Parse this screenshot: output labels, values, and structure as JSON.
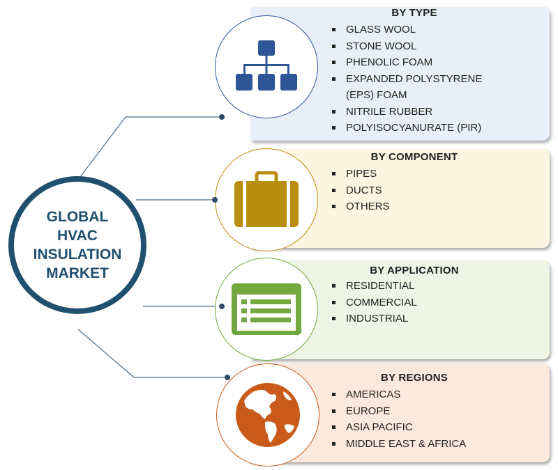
{
  "main_title": "GLOBAL\nHVAC\nINSULATION\nMARKET",
  "segments": [
    {
      "title": "BY TYPE",
      "items": [
        "GLASS WOOL",
        "STONE WOOL",
        "PHENOLIC  FOAM",
        "EXPANDED  POLYSTYRENE",
        "(EPS) FOAM",
        "NITRILE  RUBBER",
        "POLYISOCYANURATE  (PIR)"
      ],
      "icon": "hierarchy-icon",
      "color": "#2e5597",
      "panel_color": "#e8eff8"
    },
    {
      "title": "BY COMPONENT",
      "items": [
        "PIPES",
        "DUCTS",
        "OTHERS"
      ],
      "icon": "briefcase-icon",
      "color": "#b98d0d",
      "panel_color": "#fdf5e1"
    },
    {
      "title": "BY APPLICATION",
      "items": [
        "RESIDENTIAL",
        "COMMERCIAL",
        "INDUSTRIAL"
      ],
      "icon": "list-window-icon",
      "color": "#72a83f",
      "panel_color": "#eef5e4"
    },
    {
      "title": "BY REGIONS",
      "items": [
        "AMERICAS",
        "EUROPE",
        "ASIA PACIFIC",
        "MIDDLE  EAST & AFRICA"
      ],
      "icon": "globe-icon",
      "color": "#c95a1a",
      "panel_color": "#fbe9dd"
    }
  ],
  "colors": {
    "main_circle": "#21506f",
    "connector": "#4d6c86",
    "text": "#222222"
  }
}
